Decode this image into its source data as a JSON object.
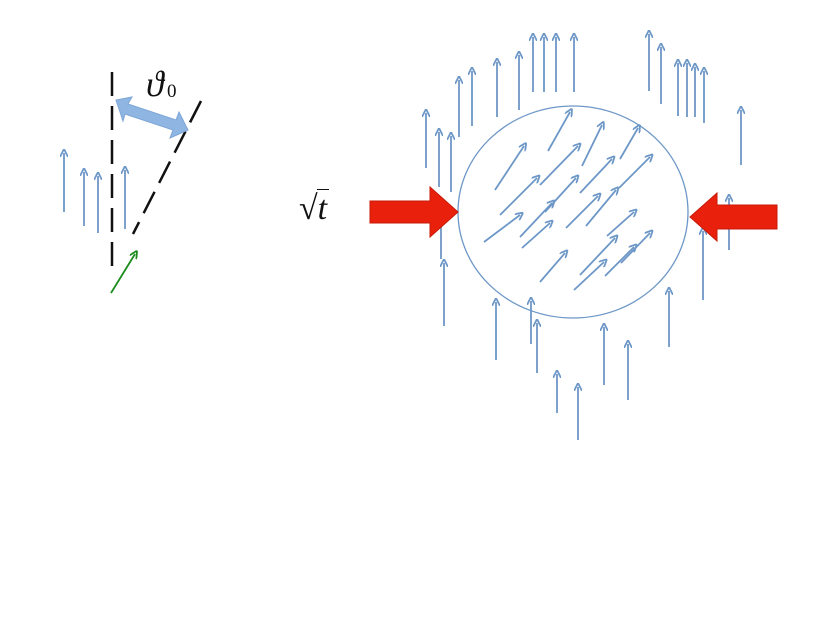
{
  "colors": {
    "spin_arrow": "#6d97c7",
    "probe_arrow": "#1e8c1e",
    "dashed_line": "#111111",
    "angle_arrow": "#8fb5e3",
    "compression_arrow": "#e8200c",
    "circle": "#6d97c7"
  },
  "labels": {
    "angle_symbol": "ϑ",
    "angle_subscript": "0",
    "radical_sign": "√",
    "radicand": "t"
  }
}
